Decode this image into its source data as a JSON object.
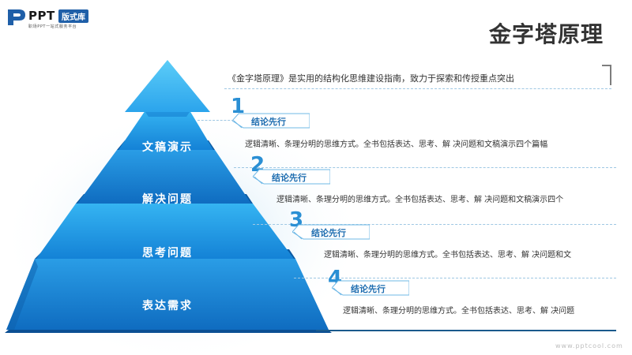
{
  "logo": {
    "brand": "PPT",
    "badge": "版式库",
    "tagline": "职场PPT一站式服务平台"
  },
  "title": "金字塔原理",
  "intro": "《金字塔原理》是实用的结构化思维建设指南，致力于探索和传授重点突出",
  "pyramid": {
    "tiers": [
      "文稿演示",
      "解决问题",
      "思考问题",
      "表达需求"
    ]
  },
  "steps": [
    {
      "number": "1",
      "label": "结论先行",
      "desc": "逻辑清晰、条理分明的思维方式。全书包括表达、思考、解 决问题和文稿演示四个篇幅"
    },
    {
      "number": "2",
      "label": "结论先行",
      "desc": "逻辑清晰、条理分明的思维方式。全书包括表达、思考、解 决问题和文稿演示四个"
    },
    {
      "number": "3",
      "label": "结论先行",
      "desc": "逻辑清晰、条理分明的思维方式。全书包括表达、思考、解 决问题和文"
    },
    {
      "number": "4",
      "label": "结论先行",
      "desc": "逻辑清晰、条理分明的思维方式。全书包括表达、思考、解 决问题"
    }
  ],
  "footer": "www.pptcool.com",
  "colors": {
    "accent": "#2a8fd4",
    "dark_blue": "#1a5a8c",
    "light_blue": "#5cc3f5"
  }
}
